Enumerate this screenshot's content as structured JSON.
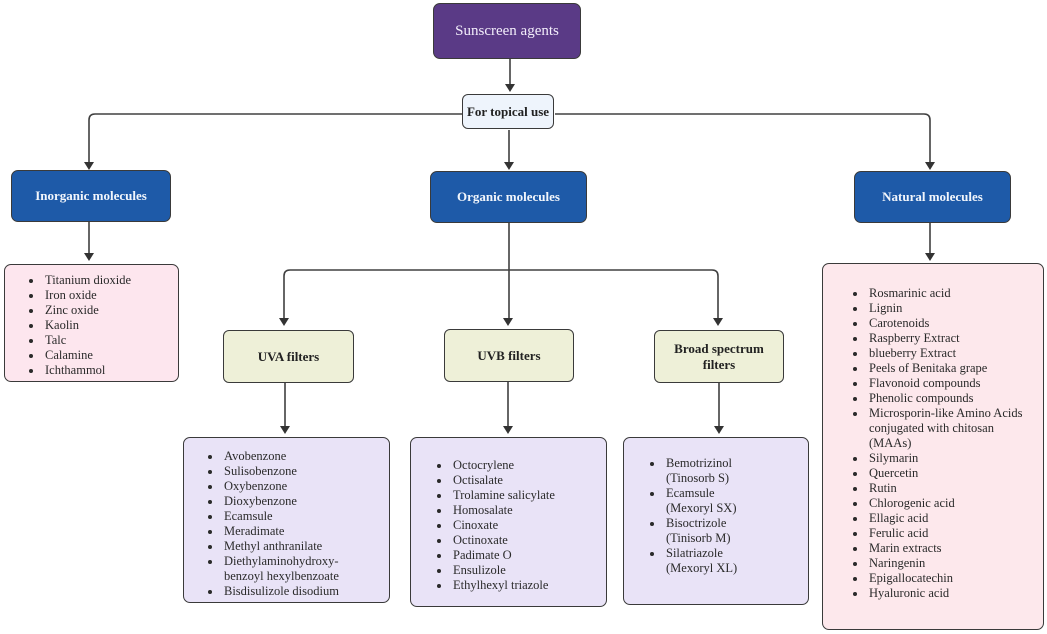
{
  "root": {
    "label": "Sunscreen agents"
  },
  "topical": {
    "label": "For topical use"
  },
  "categories": {
    "inorganic": {
      "label": "Inorganic molecules",
      "items": [
        "Titanium dioxide",
        "Iron oxide",
        "Zinc oxide",
        "Kaolin",
        "Talc",
        "Calamine",
        "Ichthammol"
      ]
    },
    "organic": {
      "label": "Organic molecules"
    },
    "natural": {
      "label": "Natural molecules",
      "items": [
        "Rosmarinic acid",
        "Lignin",
        "Carotenoids",
        "Raspberry Extract",
        "blueberry Extract",
        "Peels of Benitaka grape",
        "Flavonoid compounds",
        "Phenolic compounds",
        "Microsporin-like Amino Acids conjugated with chitosan (MAAs)",
        "Silymarin",
        "Quercetin",
        "Rutin",
        "Chlorogenic acid",
        "Ellagic acid",
        "Ferulic acid",
        "Marin extracts",
        "Naringenin",
        "Epigallocatechin",
        "Hyaluronic acid"
      ]
    }
  },
  "filters": {
    "uva": {
      "label": "UVA filters",
      "items": [
        "Avobenzone",
        "Sulisobenzone",
        "Oxybenzone",
        "Dioxybenzone",
        "Ecamsule",
        "Meradimate",
        "Methyl anthranilate",
        "Diethylaminohydroxy-benzoyl hexylbenzoate",
        "Bisdisulizole disodium"
      ]
    },
    "uvb": {
      "label": "UVB filters",
      "items": [
        "Octocrylene",
        "Octisalate",
        "Trolamine salicylate",
        "Homosalate",
        "Cinoxate",
        "Octinoxate",
        "Padimate O",
        "Ensulizole",
        "Ethylhexyl triazole"
      ]
    },
    "broad": {
      "label": "Broad spectrum filters",
      "items": [
        "Bemotrizinol (Tinosorb S)",
        "Ecamsule (Mexoryl SX)",
        "Bisoctrizole (Tinisorb M)",
        "Silatriazole (Mexoryl XL)"
      ]
    }
  },
  "colors": {
    "root": "#5a3a86",
    "category": "#1e5aa8",
    "filter": "#eef0d8",
    "topical": "#eef4fc",
    "pink": "#fde6ee",
    "lavender": "#e9e3f7"
  }
}
